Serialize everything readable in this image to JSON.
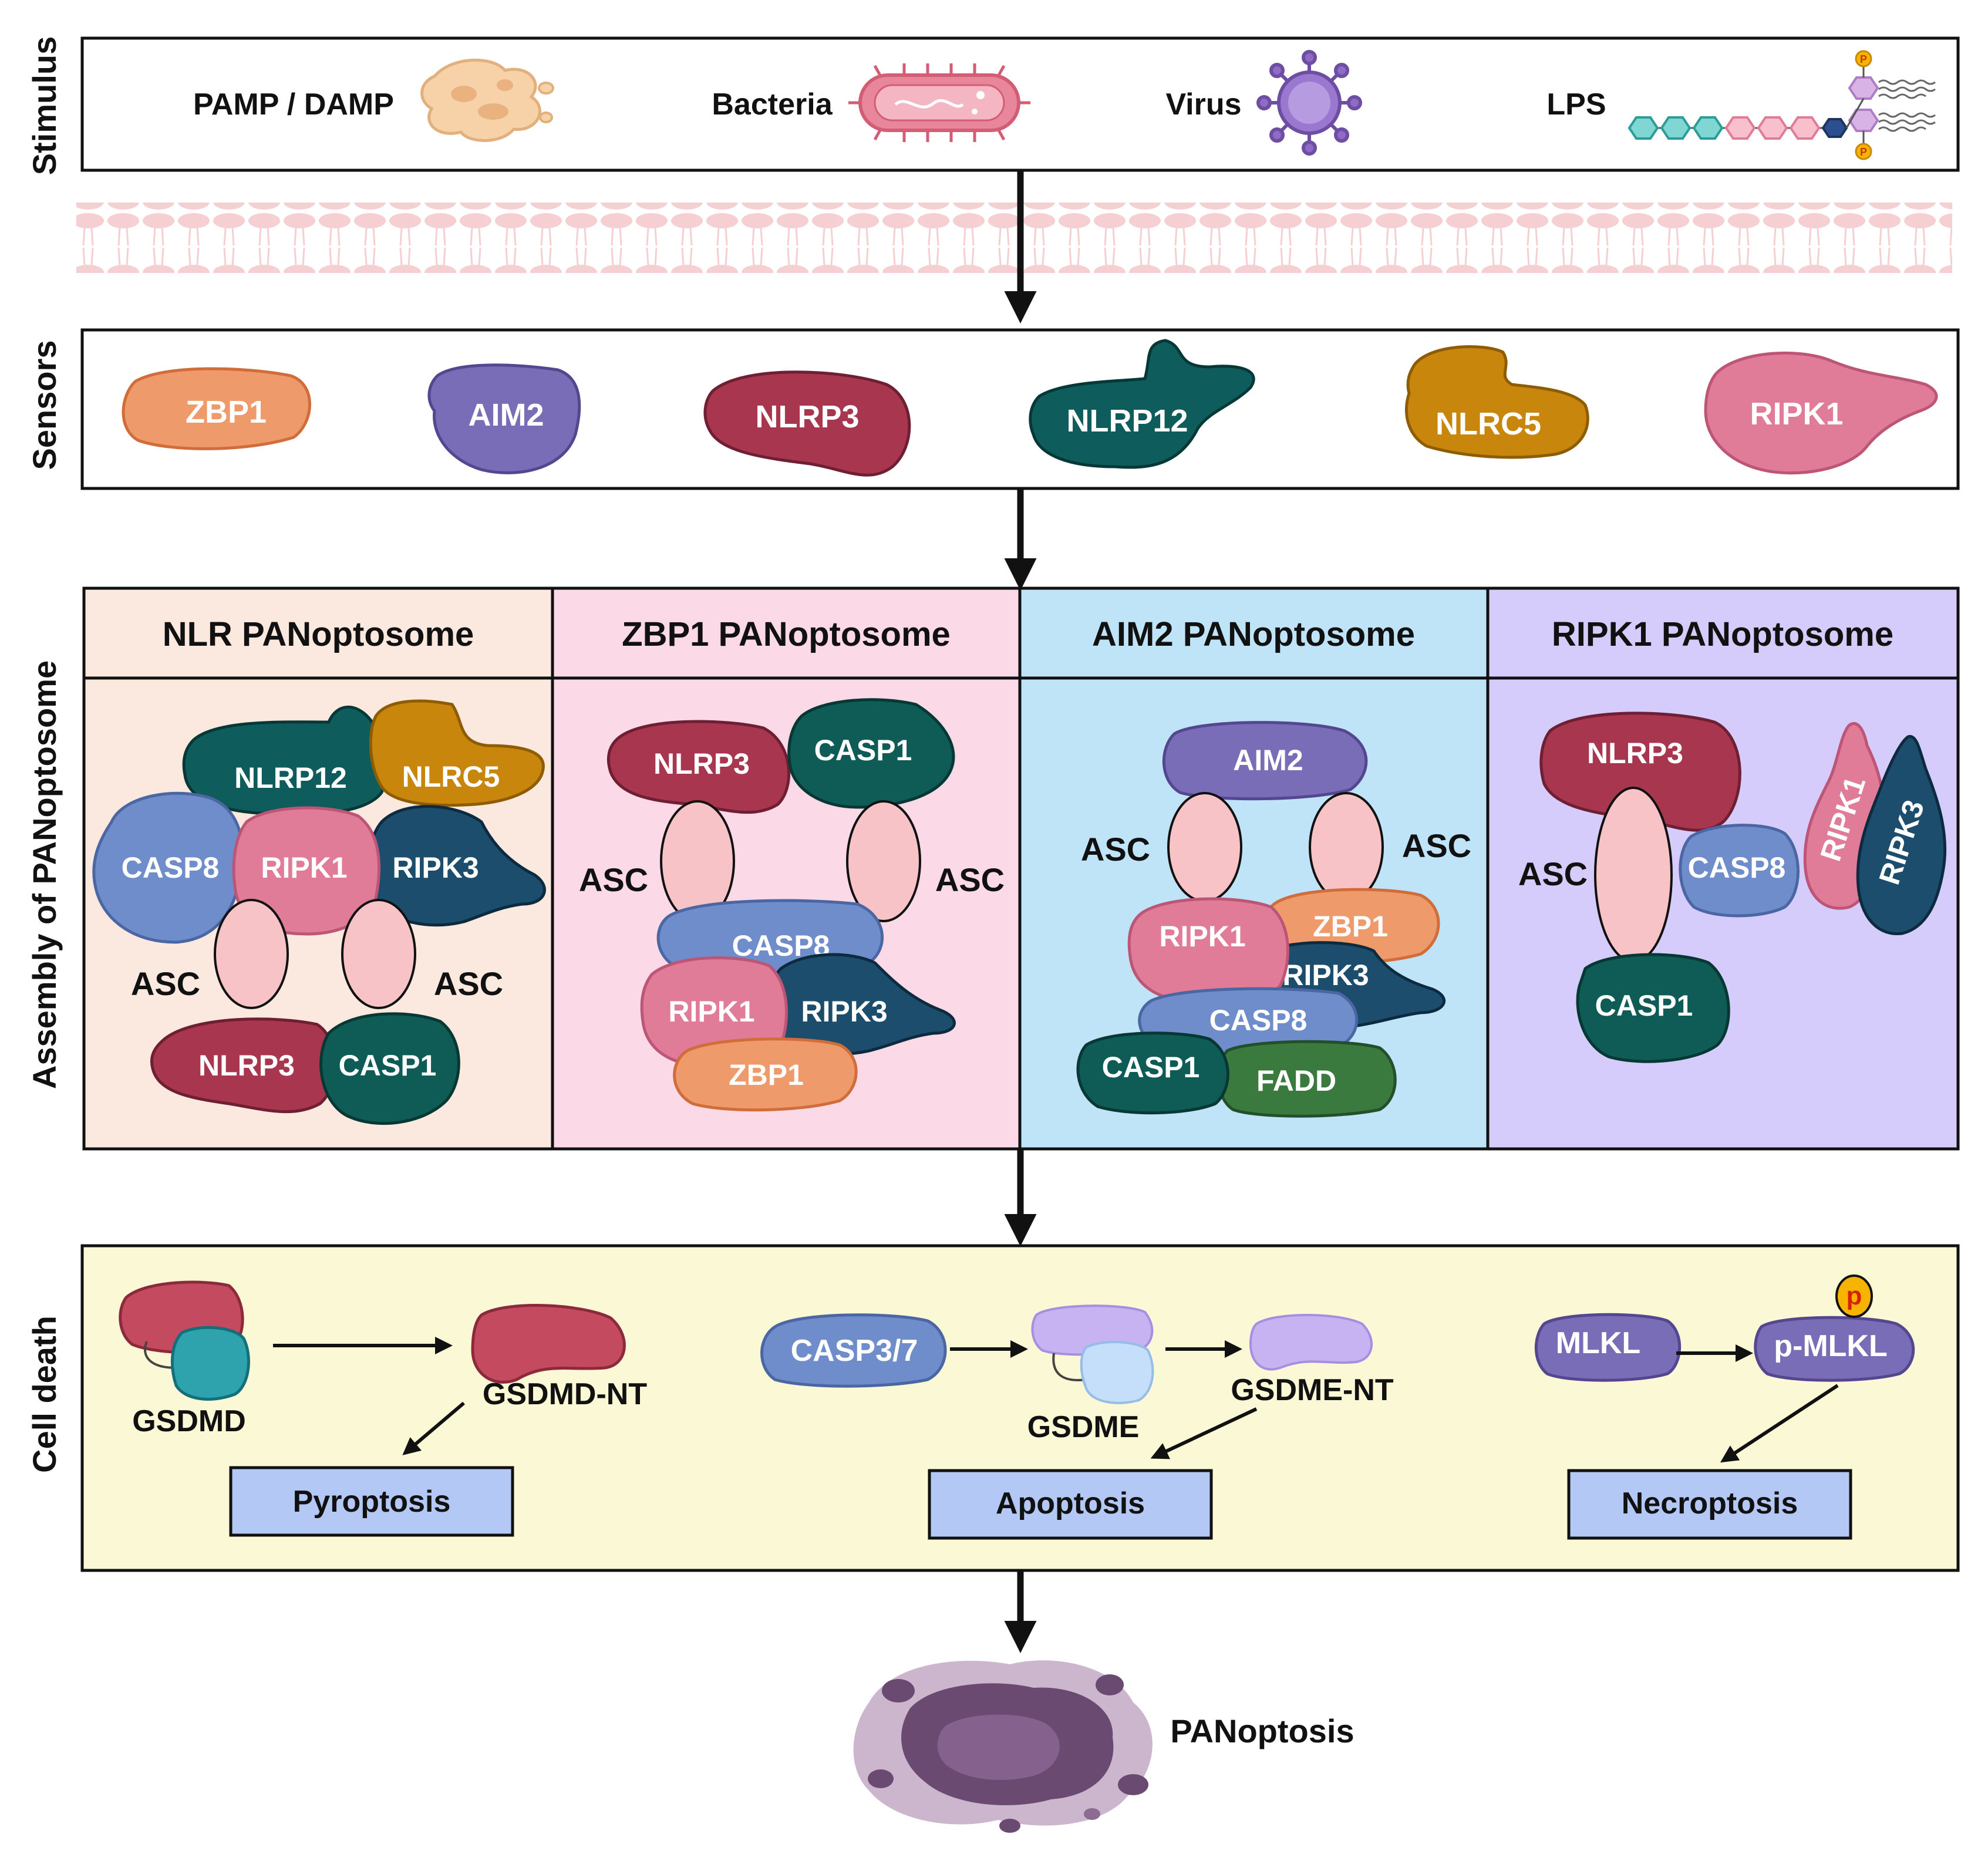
{
  "rows": {
    "stimulus": "Stimulus",
    "sensors": "Sensors",
    "assembly": "Assembly of PANoptosome",
    "cell_death": "Cell death"
  },
  "stimulus": {
    "pamp": "PAMP / DAMP",
    "bacteria": "Bacteria",
    "virus": "Virus",
    "lps": "LPS",
    "lps_phosphate": "P"
  },
  "sensors": [
    "ZBP1",
    "AIM2",
    "NLRP3",
    "NLRP12",
    "NLRC5",
    "RIPK1"
  ],
  "panels": {
    "nlr": {
      "title": "NLR PANoptosome",
      "proteins": [
        "NLRP12",
        "NLRC5",
        "CASP8",
        "RIPK1",
        "RIPK3",
        "NLRP3",
        "CASP1"
      ],
      "asc_left": "ASC",
      "asc_right": "ASC"
    },
    "zbp1": {
      "title": "ZBP1 PANoptosome",
      "proteins": [
        "NLRP3",
        "CASP1",
        "CASP8",
        "RIPK1",
        "RIPK3",
        "ZBP1"
      ],
      "asc_left": "ASC",
      "asc_right": "ASC"
    },
    "aim2": {
      "title": "AIM2 PANoptosome",
      "proteins": [
        "AIM2",
        "RIPK1",
        "ZBP1",
        "RIPK3",
        "CASP8",
        "CASP1",
        "FADD"
      ],
      "asc_left": "ASC",
      "asc_right": "ASC"
    },
    "ripk1": {
      "title": "RIPK1 PANoptosome",
      "proteins": [
        "NLRP3",
        "CASP8",
        "RIPK1",
        "RIPK3",
        "CASP1"
      ],
      "asc": "ASC"
    }
  },
  "cell_death": {
    "gsdmd": "GSDMD",
    "gsdmd_nt": "GSDMD-NT",
    "pyroptosis": "Pyroptosis",
    "casp37": "CASP3/7",
    "gsdme": "GSDME",
    "gsdme_nt": "GSDME-NT",
    "apoptosis": "Apoptosis",
    "mlkl": "MLKL",
    "p_mlkl": "p-MLKL",
    "phospho": "p",
    "necroptosis": "Necroptosis"
  },
  "outcome": "PANoptosis",
  "colors": {
    "nlr_panel": "#fbe8de",
    "zbp1_panel": "#fcd9e6",
    "aim2_panel": "#bfe3f7",
    "ripk1_panel": "#d6ccfb",
    "cell_death_panel": "#fbf8d6",
    "death_box": "#b4c8f5",
    "ZBP1": "#ef9a6a",
    "AIM2": "#7a6db8",
    "NLRP3": "#a8364f",
    "NLRP12": "#0f5c5c",
    "NLRC5": "#c8860c",
    "RIPK1": "#e07b98",
    "RIPK3": "#1d4d6d",
    "CASP8": "#6f8ccb",
    "CASP1": "#0f5c57",
    "FADD": "#3a7a3e",
    "ASC": "#f8c3c7"
  }
}
